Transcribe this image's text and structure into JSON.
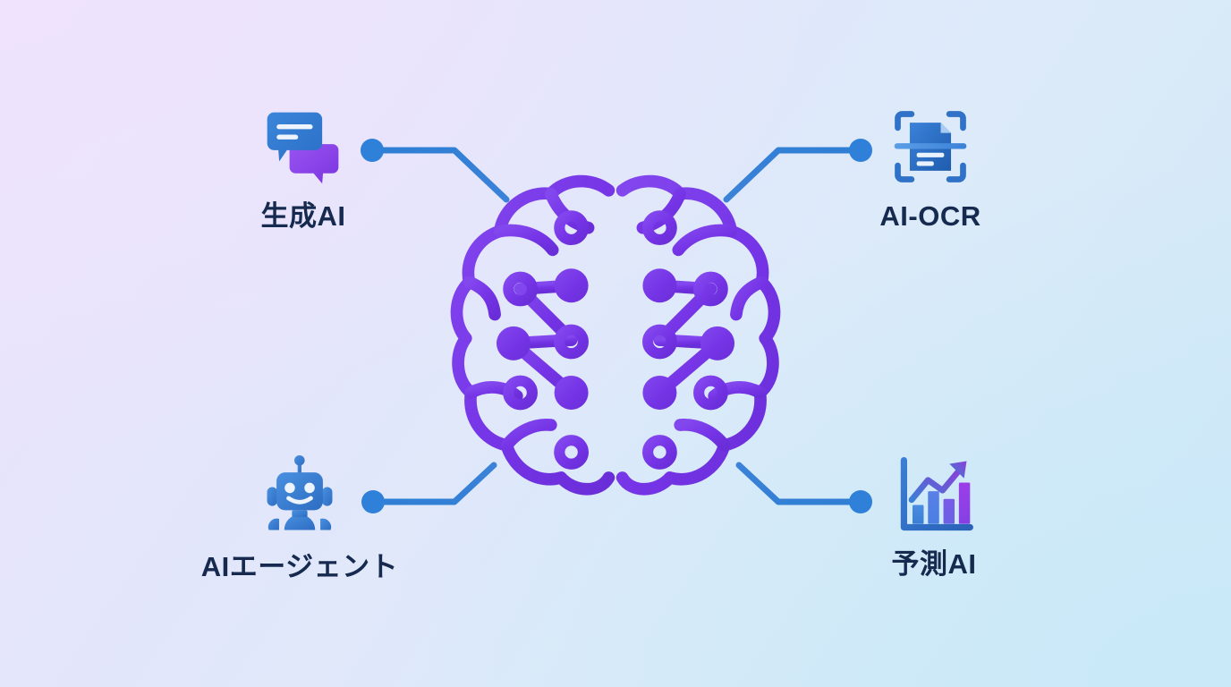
{
  "graphic": {
    "title_visible": false,
    "center": {
      "icon": "brain-circuit-icon",
      "color_start": "#7c3aed",
      "color_end": "#6d35e0"
    },
    "background": {
      "top_left": "#ece2fc",
      "top_right": "#d9e7f8",
      "bottom_left": "#e4e4fa",
      "bottom_right": "#cbe9f7"
    },
    "connector": {
      "color_start": "#2f7fd4",
      "color_end": "#3b82d8",
      "dot_color": "#2f80d8",
      "stroke_width": 7,
      "dot_radius": 13
    },
    "label_color": "#152a4e",
    "nodes": [
      {
        "id": "generative-ai",
        "label": "生成AI",
        "icon": "chat-bubbles-icon",
        "position": "top-left",
        "icon_colors": [
          "#2f7fd4",
          "#8b46e8"
        ]
      },
      {
        "id": "ai-ocr",
        "label": "AI-OCR",
        "icon": "document-scan-icon",
        "position": "top-right",
        "icon_colors": [
          "#2f72c8",
          "#1f5fae"
        ]
      },
      {
        "id": "ai-agent",
        "label": "AIエージェント",
        "icon": "robot-icon",
        "position": "bottom-left",
        "icon_colors": [
          "#3a82d6",
          "#2f6fc4"
        ]
      },
      {
        "id": "predictive-ai",
        "label": "予測AI",
        "icon": "growth-chart-icon",
        "position": "bottom-right",
        "icon_colors": [
          "#3a7fd5",
          "#8b3fd8"
        ]
      }
    ]
  }
}
